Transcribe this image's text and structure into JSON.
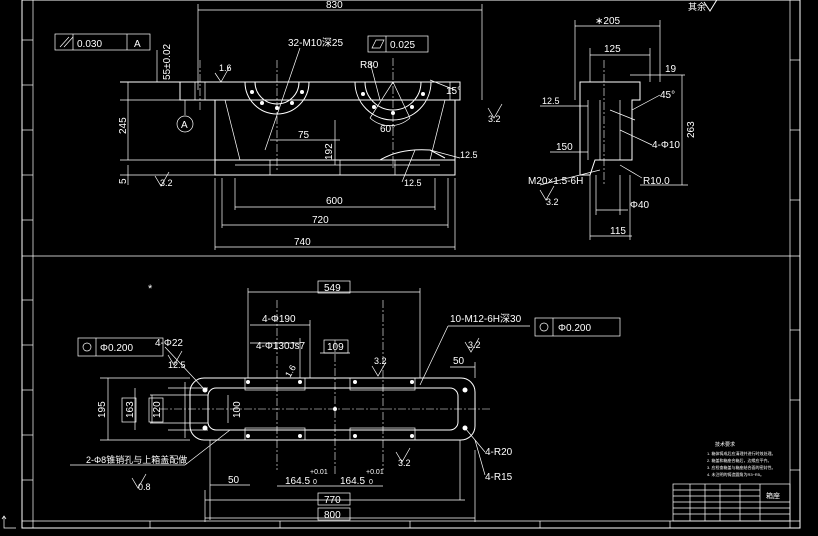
{
  "corner_note": "其余",
  "front_view": {
    "dims": {
      "top_width": "830",
      "thread_holes": "32-M10深25",
      "flatness_tol": "0.025",
      "parallel_tol": "0.030",
      "datum": "A",
      "datum_bubble": "A",
      "height_tol": "55±0.02",
      "roughness_top": "1.6",
      "radius": "R80",
      "angle15": "15°",
      "angle60": "60°",
      "height245": "245",
      "dim75": "75",
      "dim192": "192",
      "dim5": "5",
      "ra_right": "3.2",
      "ra_bottom": "3.2",
      "ra_12_5a": "12.5",
      "ra_12_5b": "12.5",
      "w600": "600",
      "w720": "720",
      "w740": "740"
    }
  },
  "side_view": {
    "dims": {
      "w205": "∗205",
      "w125": "125",
      "d19": "19",
      "ra12_5": "12.5",
      "angle45": "45°",
      "holes": "4-Φ10",
      "h263": "263",
      "d150": "150",
      "thread": "M20×1.5-6H",
      "r10": "R10.0",
      "ra3_2": "3.2",
      "d40": "Φ40",
      "d115": "115"
    }
  },
  "plan_view": {
    "dims": {
      "w549": "549",
      "holes190": "4-Φ190",
      "holes130": "4-Φ130Js7",
      "d109": "109",
      "ra3_2top": "3.2",
      "thread_holes": "10-M12-6H深30",
      "pos_tol_right": "Φ0.200",
      "ra3_2right": "3.2",
      "d50r": "50",
      "holes22": "4-Φ22",
      "pos_tol_left": "Φ0.200",
      "ra12_5": "12.5",
      "ra1_6": "1.6",
      "h195": "195",
      "h163": "163",
      "h120": "120",
      "h100": "100",
      "r20": "4-R20",
      "r15": "4-R15",
      "pin_note": "2-Φ8锥销孔与上箱盖配做",
      "ra0_8": "0.8",
      "ra3_2bottom": "3.2",
      "d50l": "50",
      "d164a": "164.5",
      "tol_a": "+0.01",
      "tol_a0": "0",
      "d164b": "164.5",
      "tol_b": "+0.01",
      "tol_b0": "0",
      "w770": "770",
      "w800": "800"
    }
  },
  "notes": {
    "title": "技术要求",
    "lines": [
      "1. 箱体铸成后应清理并进行时效处理。",
      "2. 箱盖和箱座合箱后，边缘应平齐。",
      "3. 应检查箱盖与箱座结合面的密封性。",
      "4. 未注明的铸造圆角为R3~R5。"
    ]
  },
  "title_block": {
    "drawing_name": "箱座"
  }
}
